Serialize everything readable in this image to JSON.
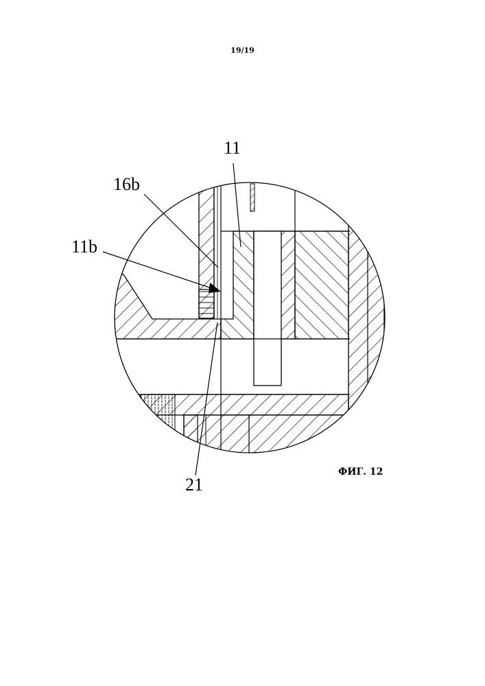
{
  "page": {
    "number": "19/19"
  },
  "figure": {
    "caption": "ФИГ. 12",
    "labels": {
      "part_11": "11",
      "part_16b": "16b",
      "part_11b": "11b",
      "part_21": "21"
    }
  }
}
